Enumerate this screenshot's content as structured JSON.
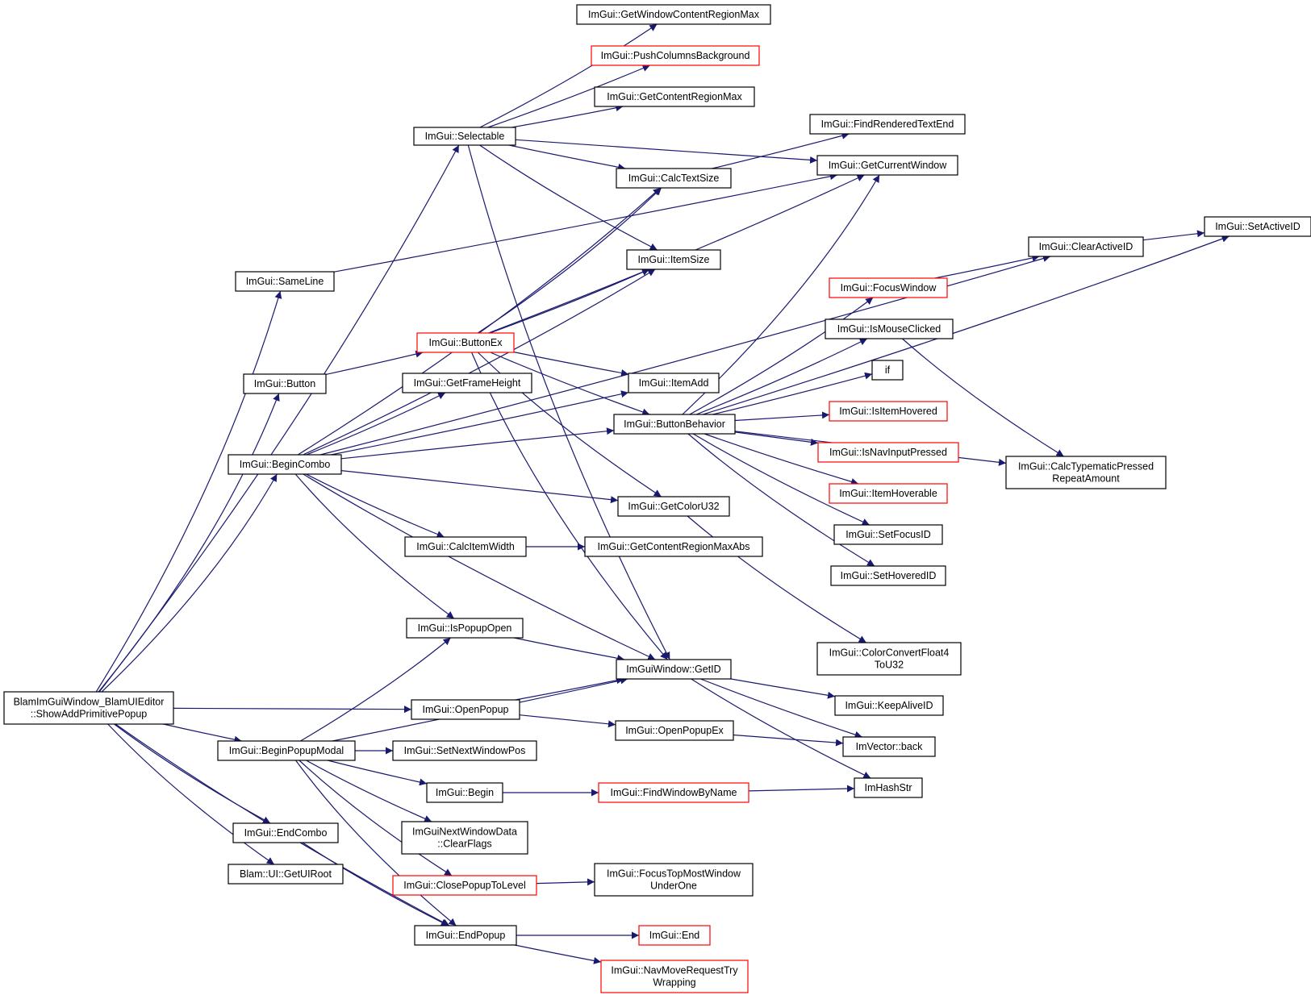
{
  "diagram": {
    "colors": {
      "edge": "#191970",
      "normal_border": "#000000",
      "truncated_border": "#ff0000",
      "root_fill": "#bfbfbf",
      "node_fill": "#ffffff",
      "background": "#ffffff"
    },
    "nodes": [
      {
        "id": "root",
        "lines": [
          "BlamImGuiWindow_BlamUIEditor",
          "::ShowAddPrimitivePopup"
        ],
        "style": "root"
      },
      {
        "id": "selectable",
        "lines": [
          "ImGui::Selectable"
        ],
        "style": "normal"
      },
      {
        "id": "sameline",
        "lines": [
          "ImGui::SameLine"
        ],
        "style": "normal"
      },
      {
        "id": "button",
        "lines": [
          "ImGui::Button"
        ],
        "style": "normal"
      },
      {
        "id": "begincombo",
        "lines": [
          "ImGui::BeginCombo"
        ],
        "style": "normal"
      },
      {
        "id": "beginpopupmodal",
        "lines": [
          "ImGui::BeginPopupModal"
        ],
        "style": "normal"
      },
      {
        "id": "endcombo",
        "lines": [
          "ImGui::EndCombo"
        ],
        "style": "normal"
      },
      {
        "id": "getuiroot",
        "lines": [
          "Blam::UI::GetUIRoot"
        ],
        "style": "normal"
      },
      {
        "id": "getwindowcontentregionmax",
        "lines": [
          "ImGui::GetWindowContentRegionMax"
        ],
        "style": "normal"
      },
      {
        "id": "pushcolumnsbackground",
        "lines": [
          "ImGui::PushColumnsBackground"
        ],
        "style": "truncated"
      },
      {
        "id": "getcontentregionmax",
        "lines": [
          "ImGui::GetContentRegionMax"
        ],
        "style": "normal"
      },
      {
        "id": "calctextsize",
        "lines": [
          "ImGui::CalcTextSize"
        ],
        "style": "normal"
      },
      {
        "id": "itemsize",
        "lines": [
          "ImGui::ItemSize"
        ],
        "style": "normal"
      },
      {
        "id": "buttonex",
        "lines": [
          "ImGui::ButtonEx"
        ],
        "style": "truncated"
      },
      {
        "id": "getframeheight",
        "lines": [
          "ImGui::GetFrameHeight"
        ],
        "style": "normal"
      },
      {
        "id": "itemadd",
        "lines": [
          "ImGui::ItemAdd"
        ],
        "style": "normal"
      },
      {
        "id": "buttonbehavior",
        "lines": [
          "ImGui::ButtonBehavior"
        ],
        "style": "normal"
      },
      {
        "id": "getcoloru32",
        "lines": [
          "ImGui::GetColorU32"
        ],
        "style": "normal"
      },
      {
        "id": "calcitemwidth",
        "lines": [
          "ImGui::CalcItemWidth"
        ],
        "style": "normal"
      },
      {
        "id": "getcontentregionmaxabs",
        "lines": [
          "ImGui::GetContentRegionMaxAbs"
        ],
        "style": "normal"
      },
      {
        "id": "ispopupopen",
        "lines": [
          "ImGui::IsPopupOpen"
        ],
        "style": "normal"
      },
      {
        "id": "getid",
        "lines": [
          "ImGuiWindow::GetID"
        ],
        "style": "normal"
      },
      {
        "id": "openpopup",
        "lines": [
          "ImGui::OpenPopup"
        ],
        "style": "normal"
      },
      {
        "id": "openpopupex",
        "lines": [
          "ImGui::OpenPopupEx"
        ],
        "style": "normal"
      },
      {
        "id": "setnextwindowpos",
        "lines": [
          "ImGui::SetNextWindowPos"
        ],
        "style": "normal"
      },
      {
        "id": "begin",
        "lines": [
          "ImGui::Begin"
        ],
        "style": "normal"
      },
      {
        "id": "findwindowbyname",
        "lines": [
          "ImGui::FindWindowByName"
        ],
        "style": "truncated"
      },
      {
        "id": "clearflags",
        "lines": [
          "ImGuiNextWindowData",
          "::ClearFlags"
        ],
        "style": "normal"
      },
      {
        "id": "closepopuptolevel",
        "lines": [
          "ImGui::ClosePopupToLevel"
        ],
        "style": "truncated"
      },
      {
        "id": "focustopmostwindow",
        "lines": [
          "ImGui::FocusTopMostWindow",
          "UnderOne"
        ],
        "style": "normal"
      },
      {
        "id": "endpopup",
        "lines": [
          "ImGui::EndPopup"
        ],
        "style": "normal"
      },
      {
        "id": "end",
        "lines": [
          "ImGui::End"
        ],
        "style": "truncated"
      },
      {
        "id": "navmoverequest",
        "lines": [
          "ImGui::NavMoveRequestTry",
          "Wrapping"
        ],
        "style": "truncated"
      },
      {
        "id": "findrenderedtextend",
        "lines": [
          "ImGui::FindRenderedTextEnd"
        ],
        "style": "normal"
      },
      {
        "id": "getcurrentwindow",
        "lines": [
          "ImGui::GetCurrentWindow"
        ],
        "style": "normal"
      },
      {
        "id": "setactiveid",
        "lines": [
          "ImGui::SetActiveID"
        ],
        "style": "normal"
      },
      {
        "id": "clearactiveid",
        "lines": [
          "ImGui::ClearActiveID"
        ],
        "style": "normal"
      },
      {
        "id": "focuswindow",
        "lines": [
          "ImGui::FocusWindow"
        ],
        "style": "truncated"
      },
      {
        "id": "ismouseclicked",
        "lines": [
          "ImGui::IsMouseClicked"
        ],
        "style": "normal"
      },
      {
        "id": "if",
        "lines": [
          "if"
        ],
        "style": "normal"
      },
      {
        "id": "isitemhovered",
        "lines": [
          "ImGui::IsItemHovered"
        ],
        "style": "truncated"
      },
      {
        "id": "isnavinputpressed",
        "lines": [
          "ImGui::IsNavInputPressed"
        ],
        "style": "truncated"
      },
      {
        "id": "itemhoverable",
        "lines": [
          "ImGui::ItemHoverable"
        ],
        "style": "truncated"
      },
      {
        "id": "setfocusid",
        "lines": [
          "ImGui::SetFocusID"
        ],
        "style": "normal"
      },
      {
        "id": "sethoveredid",
        "lines": [
          "ImGui::SetHoveredID"
        ],
        "style": "normal"
      },
      {
        "id": "calctypematic",
        "lines": [
          "ImGui::CalcTypematicPressed",
          "RepeatAmount"
        ],
        "style": "normal"
      },
      {
        "id": "colorconvert",
        "lines": [
          "ImGui::ColorConvertFloat4",
          "ToU32"
        ],
        "style": "normal"
      },
      {
        "id": "keepaliveid",
        "lines": [
          "ImGui::KeepAliveID"
        ],
        "style": "normal"
      },
      {
        "id": "vectorback",
        "lines": [
          "ImVector::back"
        ],
        "style": "normal"
      },
      {
        "id": "imhashstr",
        "lines": [
          "ImHashStr"
        ],
        "style": "normal"
      }
    ],
    "edges": [
      [
        "root",
        "selectable"
      ],
      [
        "root",
        "sameline"
      ],
      [
        "root",
        "button"
      ],
      [
        "root",
        "begincombo"
      ],
      [
        "root",
        "openpopup"
      ],
      [
        "root",
        "beginpopupmodal"
      ],
      [
        "root",
        "endcombo"
      ],
      [
        "root",
        "getuiroot"
      ],
      [
        "root",
        "endpopup"
      ],
      [
        "selectable",
        "getwindowcontentregionmax"
      ],
      [
        "selectable",
        "pushcolumnsbackground"
      ],
      [
        "selectable",
        "getcontentregionmax"
      ],
      [
        "selectable",
        "getcurrentwindow"
      ],
      [
        "selectable",
        "calctextsize"
      ],
      [
        "selectable",
        "itemsize"
      ],
      [
        "selectable",
        "getid"
      ],
      [
        "sameline",
        "getcurrentwindow"
      ],
      [
        "button",
        "buttonex"
      ],
      [
        "buttonex",
        "calctextsize"
      ],
      [
        "buttonex",
        "itemsize"
      ],
      [
        "buttonex",
        "getcurrentwindow"
      ],
      [
        "buttonex",
        "itemadd"
      ],
      [
        "buttonex",
        "buttonbehavior"
      ],
      [
        "buttonex",
        "getcoloru32"
      ],
      [
        "buttonex",
        "getid"
      ],
      [
        "begincombo",
        "calctextsize"
      ],
      [
        "begincombo",
        "itemsize"
      ],
      [
        "begincombo",
        "clearactiveid"
      ],
      [
        "begincombo",
        "getframeheight"
      ],
      [
        "begincombo",
        "itemadd"
      ],
      [
        "begincombo",
        "buttonbehavior"
      ],
      [
        "begincombo",
        "getcoloru32"
      ],
      [
        "begincombo",
        "calcitemwidth"
      ],
      [
        "begincombo",
        "ispopupopen"
      ],
      [
        "begincombo",
        "getid"
      ],
      [
        "calcitemwidth",
        "getcontentregionmaxabs"
      ],
      [
        "calctextsize",
        "findrenderedtextend"
      ],
      [
        "buttonbehavior",
        "getcurrentwindow"
      ],
      [
        "buttonbehavior",
        "setactiveid"
      ],
      [
        "buttonbehavior",
        "focuswindow"
      ],
      [
        "buttonbehavior",
        "ismouseclicked"
      ],
      [
        "buttonbehavior",
        "if"
      ],
      [
        "buttonbehavior",
        "isitemhovered"
      ],
      [
        "buttonbehavior",
        "isnavinputpressed"
      ],
      [
        "buttonbehavior",
        "itemhoverable"
      ],
      [
        "buttonbehavior",
        "setfocusid"
      ],
      [
        "buttonbehavior",
        "sethoveredid"
      ],
      [
        "buttonbehavior",
        "calctypematic"
      ],
      [
        "focuswindow",
        "clearactiveid"
      ],
      [
        "clearactiveid",
        "setactiveid"
      ],
      [
        "ismouseclicked",
        "calctypematic"
      ],
      [
        "getcoloru32",
        "colorconvert"
      ],
      [
        "ispopupopen",
        "getid"
      ],
      [
        "getid",
        "keepaliveid"
      ],
      [
        "getid",
        "vectorback"
      ],
      [
        "getid",
        "imhashstr"
      ],
      [
        "openpopup",
        "getid"
      ],
      [
        "openpopup",
        "openpopupex"
      ],
      [
        "openpopupex",
        "vectorback"
      ],
      [
        "beginpopupmodal",
        "ispopupopen"
      ],
      [
        "beginpopupmodal",
        "getid"
      ],
      [
        "beginpopupmodal",
        "setnextwindowpos"
      ],
      [
        "beginpopupmodal",
        "begin"
      ],
      [
        "beginpopupmodal",
        "clearflags"
      ],
      [
        "beginpopupmodal",
        "closepopuptolevel"
      ],
      [
        "beginpopupmodal",
        "endpopup"
      ],
      [
        "begin",
        "findwindowbyname"
      ],
      [
        "findwindowbyname",
        "imhashstr"
      ],
      [
        "closepopuptolevel",
        "focustopmostwindow"
      ],
      [
        "endcombo",
        "endpopup"
      ],
      [
        "endpopup",
        "end"
      ],
      [
        "endpopup",
        "navmoverequest"
      ]
    ]
  }
}
